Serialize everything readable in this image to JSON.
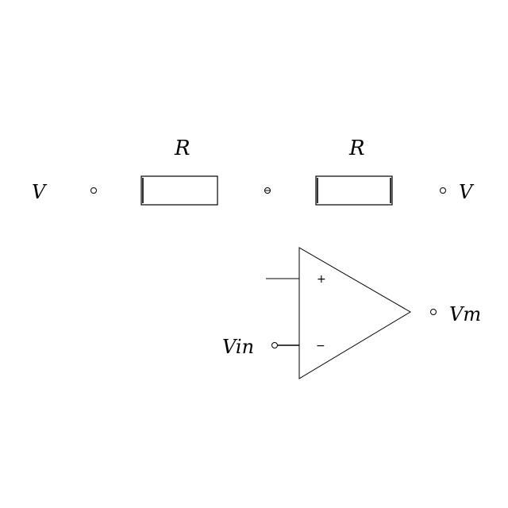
{
  "resistor_left": {
    "label": "R"
  },
  "resistor_right": {
    "label": "R"
  },
  "terminal_left": {
    "label": "V"
  },
  "terminal_right": {
    "label": "V"
  },
  "opamp": {
    "input_plus": "+",
    "input_minus": "−",
    "input_label": "Vin",
    "output_label": "Vm"
  }
}
